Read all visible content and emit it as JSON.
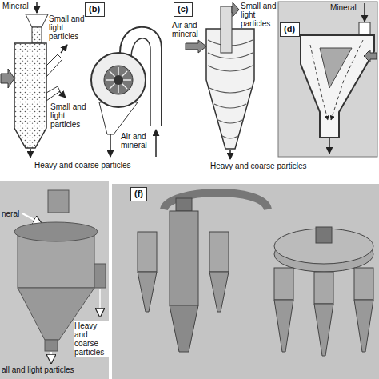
{
  "diagram": {
    "nodes": [
      {
        "text": [
          "(b)"
        ]
      },
      {
        "text": [
          "(c)"
        ]
      },
      {
        "text": [
          "(d)"
        ]
      },
      {
        "text": [
          "(f)"
        ]
      }
    ],
    "labels": [
      "Mineral",
      "Small and light particles",
      "Small and light particles",
      "Air and mineral",
      "Heavy and coarse particles",
      "Air and mineral",
      "Small and light particles",
      "Heavy and coarse particles",
      "Mineral",
      "neral",
      "Heavy and coarse particles",
      "all and light particles"
    ]
  }
}
